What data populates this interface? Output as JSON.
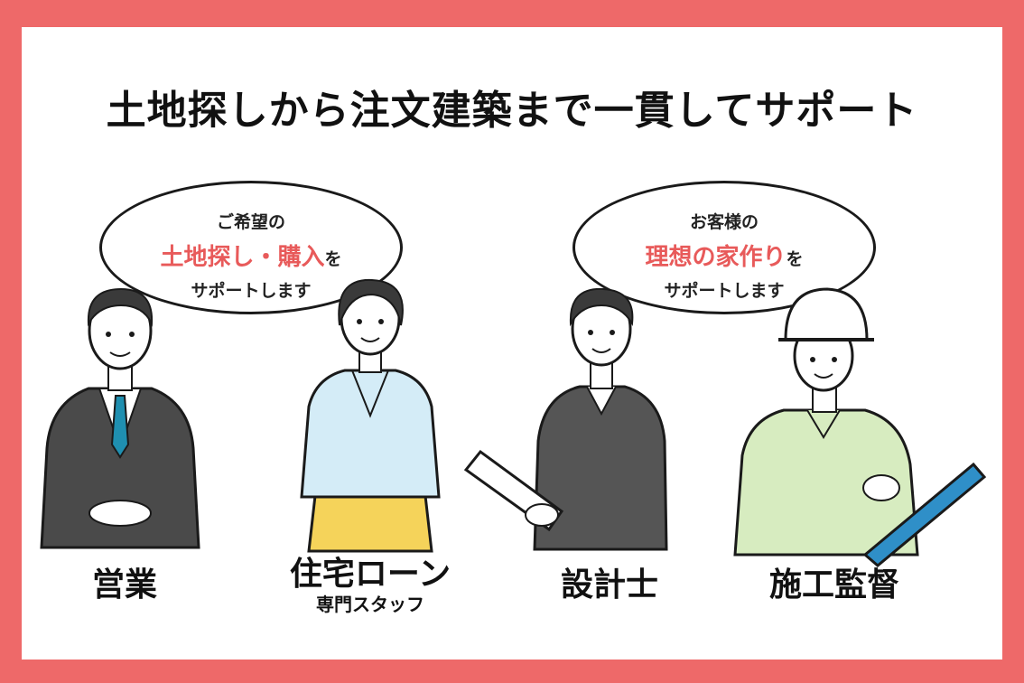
{
  "title": "土地探しから注文建築まで一貫してサポート",
  "bubbles": [
    {
      "line1": "ご希望の",
      "highlight": "土地探し・購入",
      "suffix": "を",
      "line3": "サポートします"
    },
    {
      "line1": "お客様の",
      "highlight": "理想の家作り",
      "suffix": "を",
      "line3": "サポートします"
    }
  ],
  "roles": [
    {
      "name": "営業",
      "sub": ""
    },
    {
      "name": "住宅ローン",
      "sub": "専門スタッフ"
    },
    {
      "name": "設計士",
      "sub": ""
    },
    {
      "name": "施工監督",
      "sub": ""
    }
  ],
  "colors": {
    "frame": "#EE6969",
    "highlight": "#E85A5A"
  },
  "illustrations": [
    "salesman-in-suit",
    "woman-in-blouse",
    "architect-with-clipboard",
    "site-supervisor-with-helmet"
  ]
}
